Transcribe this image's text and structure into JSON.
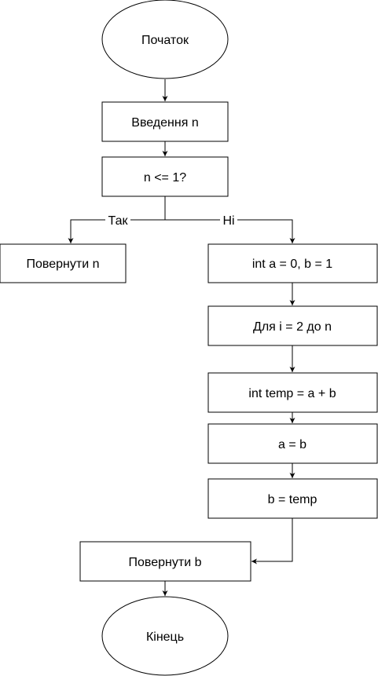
{
  "flowchart": {
    "start": "Початок",
    "input": "Введення n",
    "condition": "n <= 1?",
    "yes_label": "Так",
    "no_label": "Ні",
    "return_n": "Повернути n",
    "init": "int a = 0, b = 1",
    "loop": "Для i = 2 до n",
    "temp": "int temp = a + b",
    "assign_a": "a = b",
    "assign_b": "b = temp",
    "return_b": "Повернути b",
    "end": "Кінець"
  }
}
